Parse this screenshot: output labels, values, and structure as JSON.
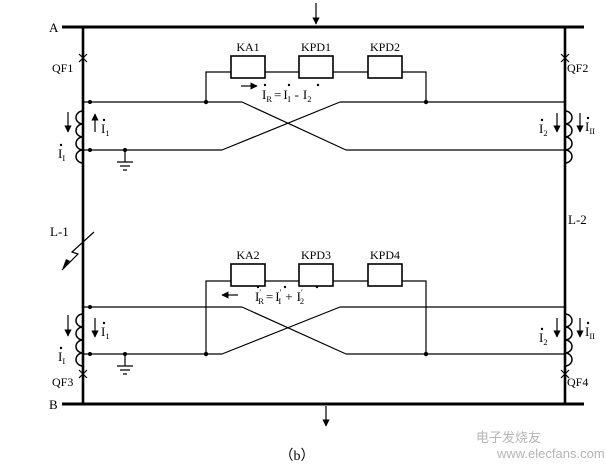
{
  "bus": {
    "a": "A",
    "b": "B"
  },
  "breakers": {
    "qf1": "QF1",
    "qf2": "QF2",
    "qf3": "QF3",
    "qf4": "QF4"
  },
  "lines": {
    "l1": "L-1",
    "l2": "L-2"
  },
  "relays_top": [
    "KA1",
    "KPD1",
    "KPD2"
  ],
  "relays_bottom": [
    "KA2",
    "KPD3",
    "KPD4"
  ],
  "formula_top": {
    "lhs": "I",
    "lhs_sub": "R",
    "eq": "=",
    "a": "I",
    "a_sub": "I",
    "op": "-",
    "b": "I",
    "b_sub": "2"
  },
  "formula_bottom": {
    "lhs": "I",
    "lhs_sub": "R",
    "lhs_prime": "′",
    "eq": "=",
    "a": "I",
    "a_sub": "I",
    "op": "+",
    "b": "I",
    "b_sub": "2",
    "prime": "′"
  },
  "currents": {
    "left_primary": {
      "base": "I",
      "sub": "I"
    },
    "left_secondary": {
      "base": "I",
      "sub": "1"
    },
    "right_primary": {
      "base": "I",
      "sub": "II"
    },
    "right_secondary": {
      "base": "I",
      "sub": "2"
    }
  },
  "caption": "（b）",
  "watermark": "电子发烧友",
  "watermark_url": "www.elecfans.com"
}
